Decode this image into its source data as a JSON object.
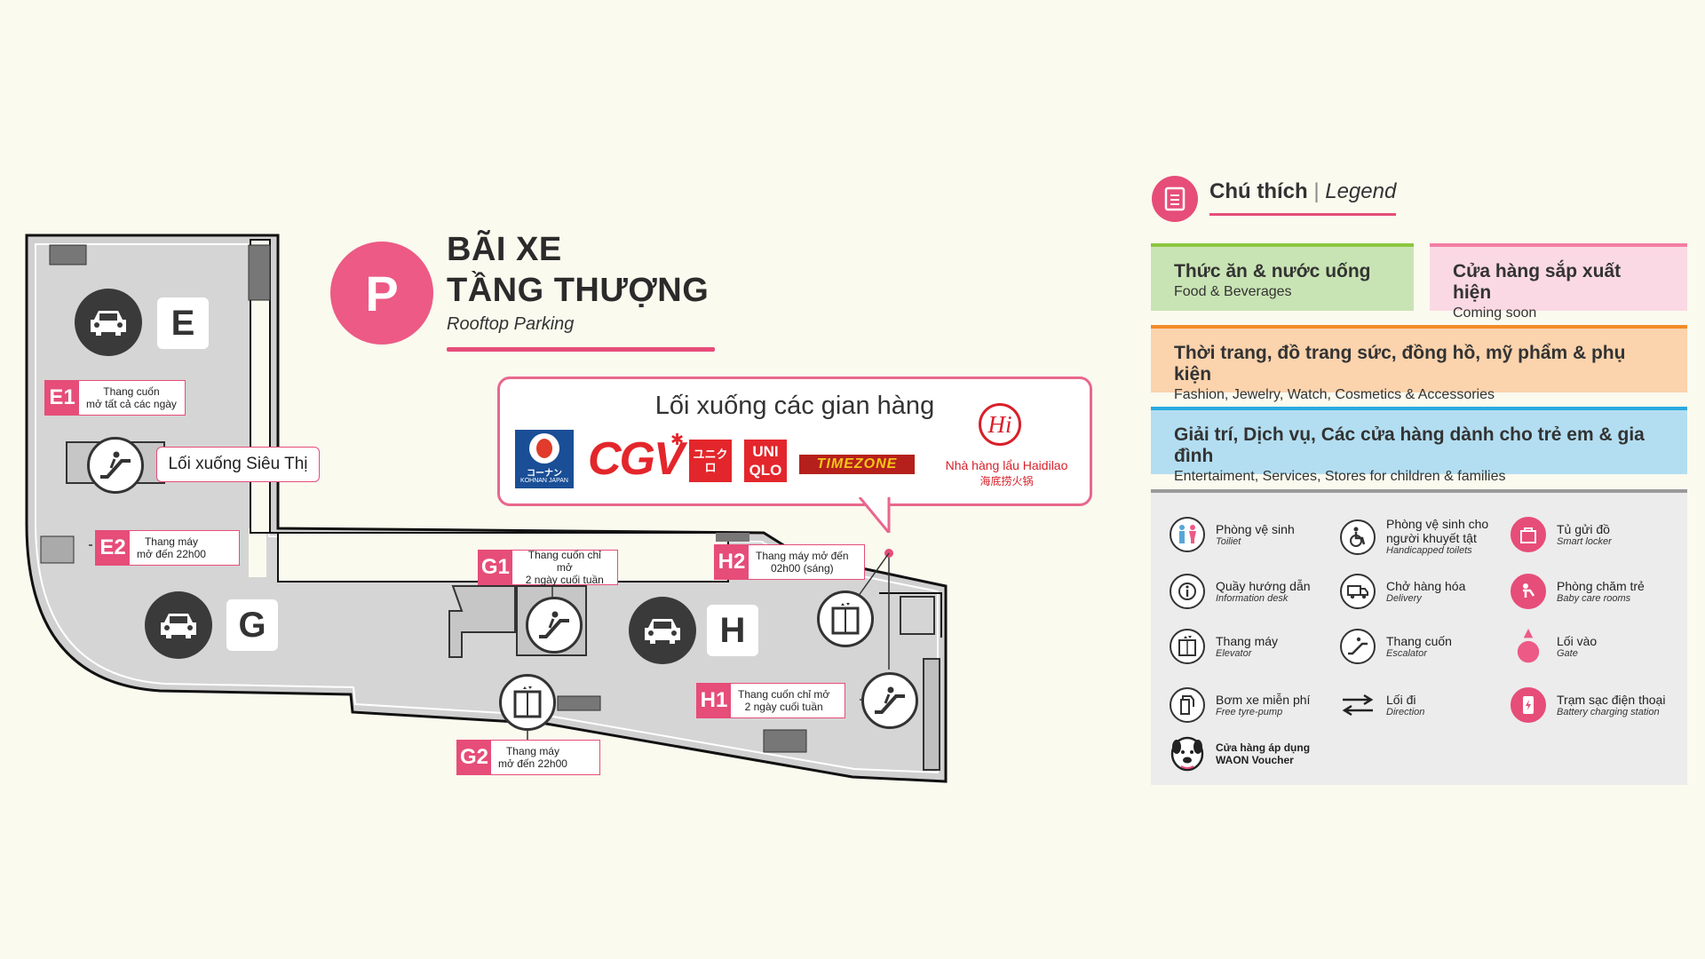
{
  "title": {
    "line1": "BÃI XE",
    "line2": "TẦNG THƯỢNG",
    "subtitle": "Rooftop Parking",
    "badge": "P"
  },
  "zones": {
    "e": "E",
    "g": "G",
    "h": "H"
  },
  "markers": {
    "e1": {
      "code": "E1",
      "text": "Thang cuốn\nmở tất cả các ngày"
    },
    "e2": {
      "code": "E2",
      "text": "Thang máy\nmở đến 22h00"
    },
    "g1": {
      "code": "G1",
      "text": "Thang cuốn chỉ mở\n2 ngày cuối tuần"
    },
    "g2": {
      "code": "G2",
      "text": "Thang máy\nmở đến 22h00"
    },
    "h1": {
      "code": "H1",
      "text": "Thang cuốn chỉ mở\n2 ngày cuối tuần"
    },
    "h2": {
      "code": "H2",
      "text": "Thang máy mở đến\n02h00 (sáng)"
    }
  },
  "supermarket_exit": "Lối xuống Siêu Thị",
  "stores": {
    "title": "Lối xuống các gian hàng",
    "kohnan_text": "コーナン",
    "kohnan_sub": "KOHNAN JAPAN",
    "cgv": "CGV",
    "uniqlo_jp": "ユニクロ",
    "uniqlo_1": "UNI",
    "uniqlo_2": "QLO",
    "timezone": "TIMEZONE",
    "haidilao_logo": "Hi",
    "haidilao_vi": "Nhà hàng lẩu Haidilao",
    "haidilao_cn": "海底捞火锅"
  },
  "legend": {
    "title_vi": "Chú thích",
    "separator": "|",
    "title_en": "Legend",
    "categories": [
      {
        "vi": "Thức ăn & nước uống",
        "en": "Food & Beverages",
        "color": "#c9e4b4",
        "border": "#8cc63f"
      },
      {
        "vi": "Cửa hàng sắp xuất hiện",
        "en": "Coming soon",
        "color": "#fbd9e4",
        "border": "#f27fa4"
      },
      {
        "vi": "Thời trang, đồ trang sức, đồng hồ, mỹ phẩm & phụ kiện",
        "en": "Fashion, Jewelry, Watch, Cosmetics & Accessories",
        "color": "#fbd3ad",
        "border": "#f28c28"
      },
      {
        "vi": "Giải trí, Dịch vụ, Các cửa hàng dành cho trẻ em & gia đình",
        "en": "Entertaiment, Services, Stores for children & families",
        "color": "#b3def1",
        "border": "#29a9e0"
      }
    ],
    "items": [
      {
        "vi": "Phòng vệ sinh",
        "en": "Toiliet",
        "icon": "toilet-icon"
      },
      {
        "vi": "Phòng vệ sinh cho người khuyết tật",
        "en": "Handicapped toilets",
        "icon": "wheelchair-icon"
      },
      {
        "vi": "Tủ gửi đồ",
        "en": "Smart locker",
        "icon": "locker-icon"
      },
      {
        "vi": "Quầy hướng dẫn",
        "en": "Information desk",
        "icon": "info-icon"
      },
      {
        "vi": "Chở hàng hóa",
        "en": "Delivery",
        "icon": "truck-icon"
      },
      {
        "vi": "Phòng chăm trẻ",
        "en": "Baby care rooms",
        "icon": "baby-icon"
      },
      {
        "vi": "Thang máy",
        "en": "Elevator",
        "icon": "elevator-icon"
      },
      {
        "vi": "Thang cuốn",
        "en": "Escalator",
        "icon": "escalator-icon"
      },
      {
        "vi": "Lối vào",
        "en": "Gate",
        "icon": "gate-icon"
      },
      {
        "vi": "Bơm xe miễn phí",
        "en": "Free tyre-pump",
        "icon": "pump-icon"
      },
      {
        "vi": "Lối đi",
        "en": "Direction",
        "icon": "direction-icon"
      },
      {
        "vi": "Trạm sạc điện thoại",
        "en": "Battery charging station",
        "icon": "charging-icon"
      },
      {
        "vi": "Cửa hàng áp dụng",
        "en": "WAON Voucher",
        "icon": "waon-icon"
      }
    ]
  }
}
